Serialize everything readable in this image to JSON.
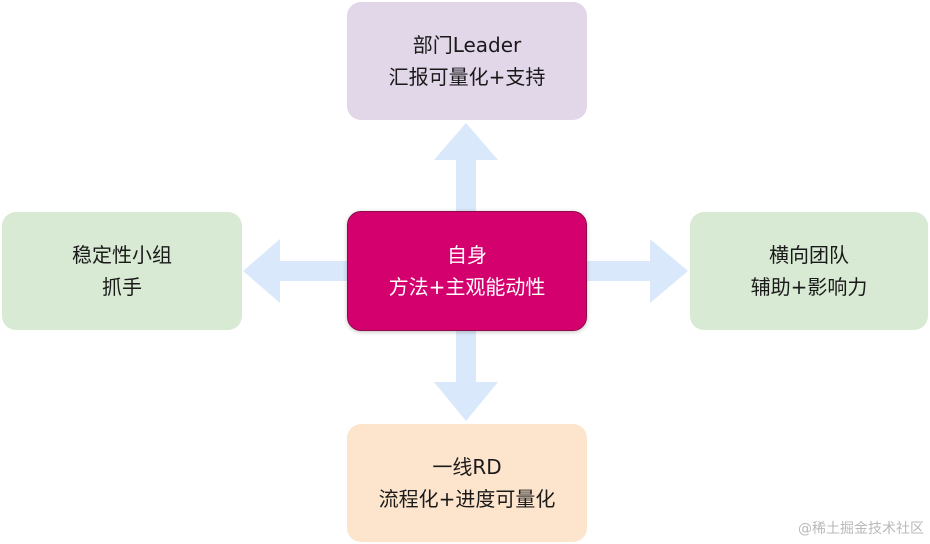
{
  "nodes": {
    "center": {
      "line1": "自身",
      "line2": "方法+主观能动性"
    },
    "top": {
      "line1": "部门Leader",
      "line2": "汇报可量化+支持"
    },
    "left": {
      "line1": "稳定性小组",
      "line2": "抓手"
    },
    "right": {
      "line1": "横向团队",
      "line2": "辅助+影响力"
    },
    "bottom": {
      "line1": "一线RD",
      "line2": "流程化+进度可量化"
    }
  },
  "watermark": "@稀土掘金技术社区",
  "colors": {
    "center_fill": "#d4006e",
    "top_fill": "#e2d6e9",
    "side_fill": "#d8ead3",
    "bottom_fill": "#fde5cd",
    "arrow_fill": "#dae8fc"
  }
}
